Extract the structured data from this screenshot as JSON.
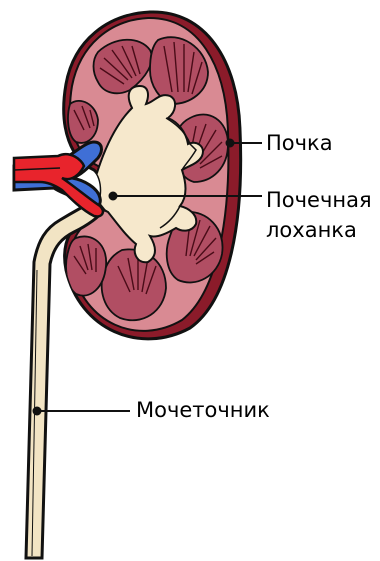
{
  "labels": {
    "kidney": "Почка",
    "renal_pelvis": [
      "Почечная",
      "лоханка"
    ],
    "ureter": "Мочеточник"
  },
  "colors": {
    "cortex": "#d98a93",
    "cortex_dark": "#8b1b2a",
    "pyramid": "#b14e63",
    "pelvis": "#f6e8cc",
    "artery": "#e8242c",
    "vein": "#3f6fd6",
    "ureter": "#f2e4c4",
    "line": "#111111"
  }
}
